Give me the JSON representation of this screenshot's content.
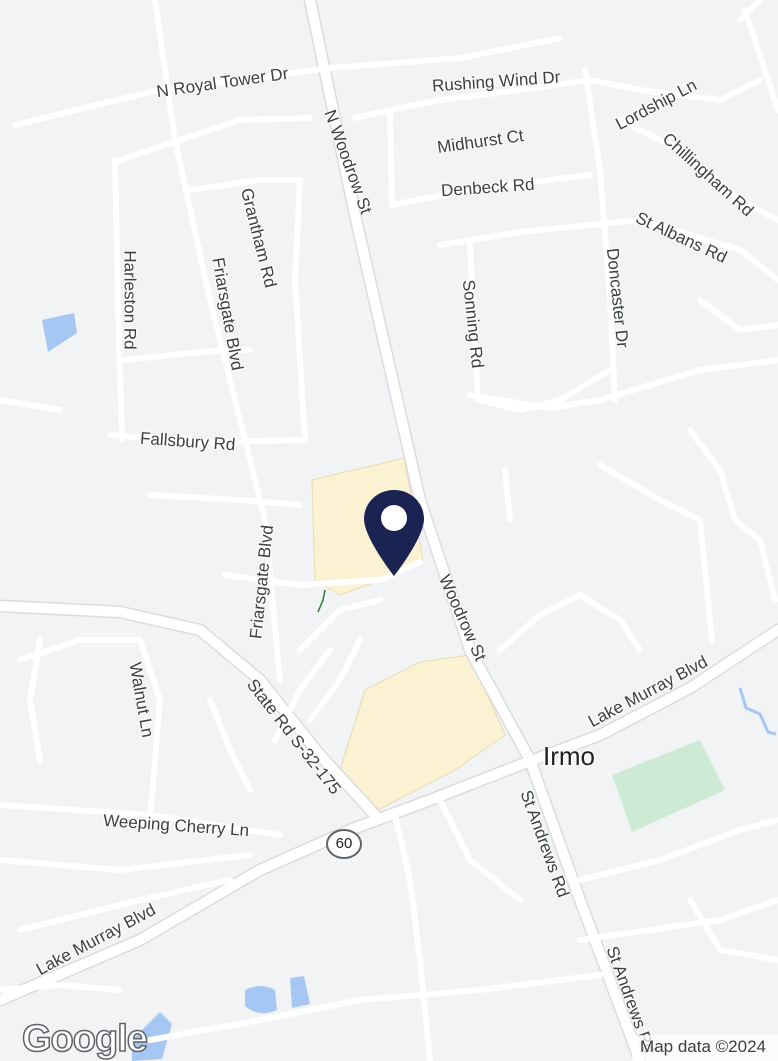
{
  "map": {
    "colors": {
      "background": "#f1f3f4",
      "road": "#ffffff",
      "road_edge": "#dadce0",
      "commercial": "#fbf1d3",
      "park": "#cdead4",
      "water": "#a6c7f4",
      "marker": "#1a2352"
    },
    "city_label": "Irmo",
    "route_shield": "60",
    "marker": {
      "icon": "location-pin-icon"
    },
    "street_labels": [
      "N Royal Tower Dr",
      "Rushing Wind Dr",
      "Lordship Ln",
      "N Woodrow St",
      "Midhurst Ct",
      "Chillingham Rd",
      "Denbeck Rd",
      "St Albans Rd",
      "Grantham Rd",
      "Harleston Rd",
      "Friarsgate Blvd",
      "Sonning Rd",
      "Doncaster Dr",
      "Fallsbury Rd",
      "Friarsgate Blvd",
      "Woodrow St",
      "Lake Murray Blvd",
      "Walnut Ln",
      "State Rd S-32-175",
      "St Andrews Rd",
      "Weeping Cherry Ln",
      "Lake Murray Blvd",
      "St Andrews Rd"
    ],
    "logo": "Google",
    "attribution": "Map data ©2024"
  }
}
